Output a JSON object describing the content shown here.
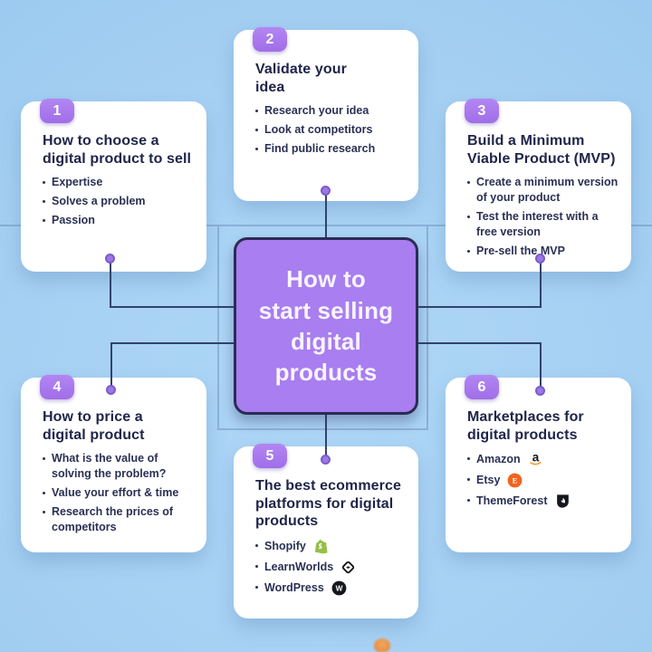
{
  "center": {
    "title": "How to start selling digital products",
    "title_lines": [
      "How to",
      "start selling",
      "digital",
      "products"
    ]
  },
  "cards": [
    {
      "number": "1",
      "title": "How to choose a digital product to sell",
      "bullets": [
        {
          "text": "Expertise"
        },
        {
          "text": "Solves a problem"
        },
        {
          "text": "Passion"
        }
      ]
    },
    {
      "number": "2",
      "title": "Validate your idea",
      "bullets": [
        {
          "text": "Research your idea"
        },
        {
          "text": "Look at competitors"
        },
        {
          "text": "Find public research"
        }
      ]
    },
    {
      "number": "3",
      "title": "Build a Minimum Viable Product (MVP)",
      "bullets": [
        {
          "text": "Create a minimum version of your product"
        },
        {
          "text": "Test the interest with a free version"
        },
        {
          "text": "Pre-sell the MVP"
        }
      ]
    },
    {
      "number": "4",
      "title": "How to price a digital product",
      "bullets": [
        {
          "text": "What is the value of solving the problem?"
        },
        {
          "text": "Value your effort & time"
        },
        {
          "text": "Research the prices of competitors"
        }
      ]
    },
    {
      "number": "5",
      "title": "The best ecommerce platforms for digital products",
      "bullets": [
        {
          "text": "Shopify",
          "icon": "shopify-icon"
        },
        {
          "text": "LearnWorlds",
          "icon": "learnworlds-icon"
        },
        {
          "text": "WordPress",
          "icon": "wordpress-icon"
        }
      ]
    },
    {
      "number": "6",
      "title": "Marketplaces for digital products",
      "bullets": [
        {
          "text": "Amazon",
          "icon": "amazon-icon"
        },
        {
          "text": "Etsy",
          "icon": "etsy-icon"
        },
        {
          "text": "ThemeForest",
          "icon": "themeforest-icon"
        }
      ]
    }
  ],
  "colors": {
    "background": "#a7d1f3",
    "card": "#ffffff",
    "center_purple": "#a87ef0",
    "badge_purple": "#a978ec",
    "border_navy": "#2b2c55",
    "title_navy": "#20254a",
    "connector": "#32436b",
    "dot_purple": "#9b78e6",
    "shopify_green": "#95bf47",
    "etsy_orange": "#f1641e",
    "amazon_smile_orange": "#f79420"
  }
}
